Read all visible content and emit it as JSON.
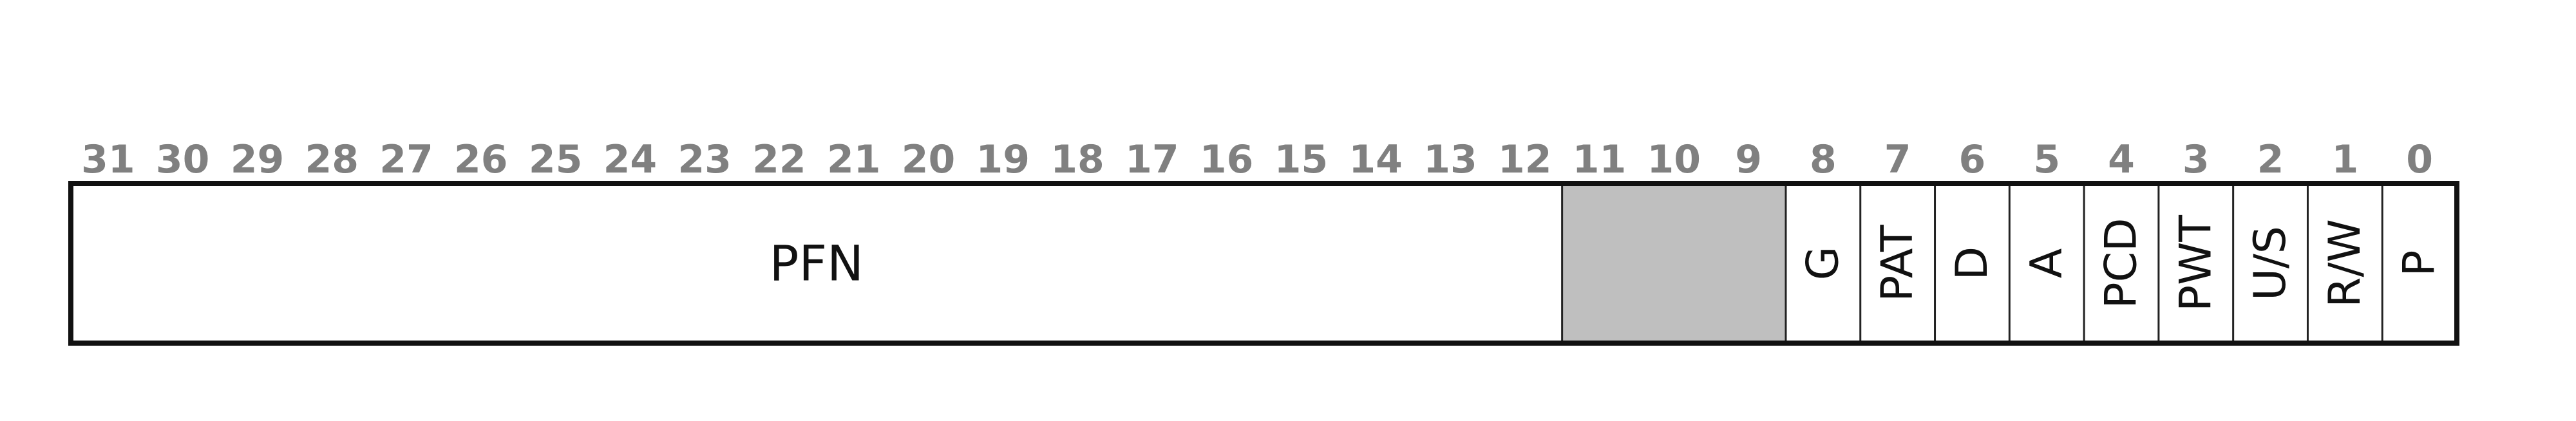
{
  "register": {
    "bit_numbers": [
      "31",
      "30",
      "29",
      "28",
      "27",
      "26",
      "25",
      "24",
      "23",
      "22",
      "21",
      "20",
      "19",
      "18",
      "17",
      "16",
      "15",
      "14",
      "13",
      "12",
      "11",
      "10",
      "9",
      "8",
      "7",
      "6",
      "5",
      "4",
      "3",
      "2",
      "1",
      "0"
    ],
    "fields": [
      {
        "label": "PFN",
        "high_bit": 31,
        "low_bit": 12,
        "orientation": "horizontal"
      },
      {
        "label": "",
        "high_bit": 11,
        "low_bit": 9,
        "orientation": "none",
        "fill": "#bfbfbf"
      },
      {
        "label": "G",
        "high_bit": 8,
        "low_bit": 8,
        "orientation": "vertical"
      },
      {
        "label": "PAT",
        "high_bit": 7,
        "low_bit": 7,
        "orientation": "vertical"
      },
      {
        "label": "D",
        "high_bit": 6,
        "low_bit": 6,
        "orientation": "vertical"
      },
      {
        "label": "A",
        "high_bit": 5,
        "low_bit": 5,
        "orientation": "vertical"
      },
      {
        "label": "PCD",
        "high_bit": 4,
        "low_bit": 4,
        "orientation": "vertical"
      },
      {
        "label": "PWT",
        "high_bit": 3,
        "low_bit": 3,
        "orientation": "vertical"
      },
      {
        "label": "U/S",
        "high_bit": 2,
        "low_bit": 2,
        "orientation": "vertical"
      },
      {
        "label": "R/W",
        "high_bit": 1,
        "low_bit": 1,
        "orientation": "vertical"
      },
      {
        "label": "P",
        "high_bit": 0,
        "low_bit": 0,
        "orientation": "vertical"
      }
    ],
    "colors": {
      "bit_number_text": "#808080",
      "reserved_fill": "#bfbfbf",
      "border": "#111111"
    }
  }
}
